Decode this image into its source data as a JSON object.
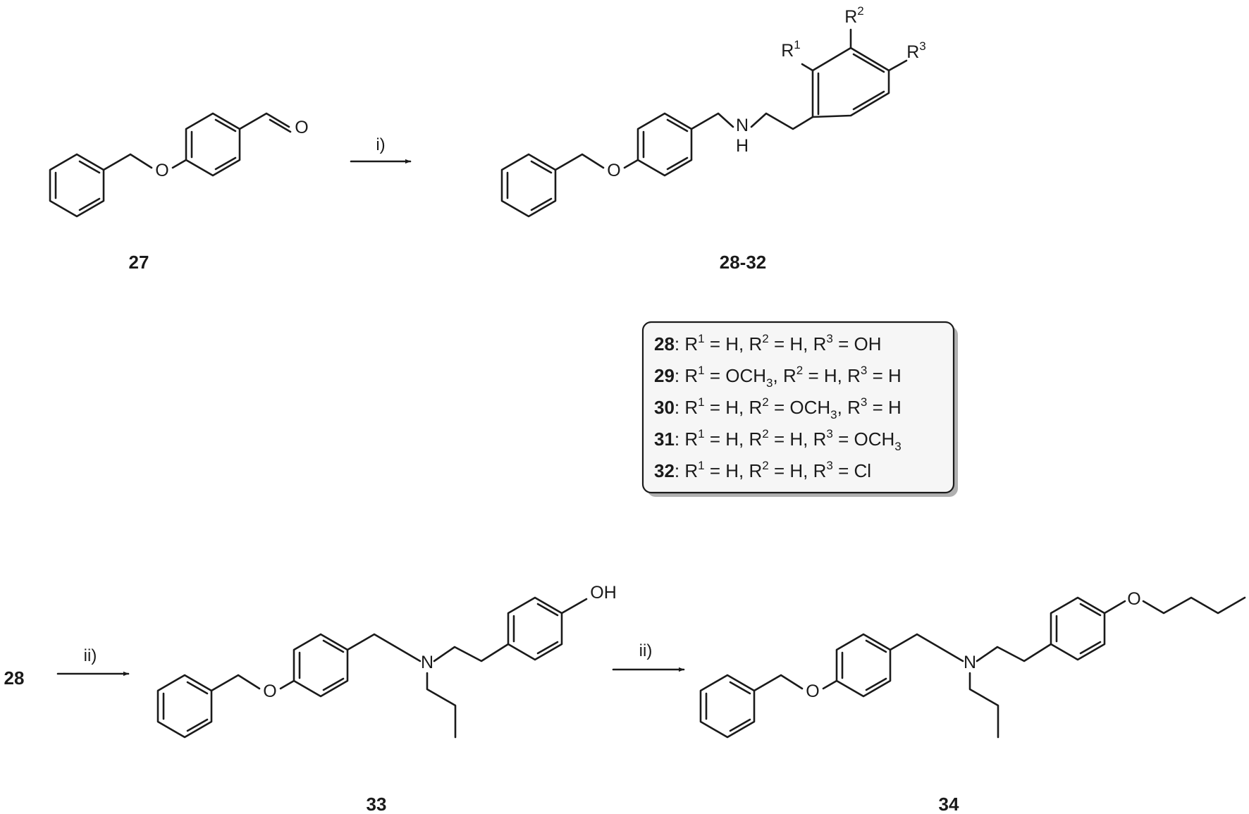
{
  "compounds": {
    "c27": "27",
    "c2832": "28-32",
    "c28": "28",
    "c33": "33",
    "c34": "34"
  },
  "conditions": {
    "step1": "i)",
    "step2": "ii)",
    "step3": "ii)"
  },
  "atoms": {
    "o": "O",
    "n": "N",
    "h": "H",
    "oh": "OH",
    "r": "R",
    "one": "1",
    "two": "2",
    "three": "3"
  },
  "rows": [
    {
      "id": "28",
      "r1": "H",
      "r1_sub": "",
      "r2": "H",
      "r2_sub": "",
      "r3": "OH",
      "r3_sub": ""
    },
    {
      "id": "29",
      "r1": "OCH",
      "r1_sub": "3",
      "r2": "H",
      "r2_sub": "",
      "r3": "H",
      "r3_sub": ""
    },
    {
      "id": "30",
      "r1": "H",
      "r1_sub": "",
      "r2": "OCH",
      "r2_sub": "3",
      "r3": "H",
      "r3_sub": ""
    },
    {
      "id": "31",
      "r1": "H",
      "r1_sub": "",
      "r2": "H",
      "r2_sub": "",
      "r3": "OCH",
      "r3_sub": "3"
    },
    {
      "id": "32",
      "r1": "H",
      "r1_sub": "",
      "r2": "H",
      "r2_sub": "",
      "r3": "Cl",
      "r3_sub": ""
    }
  ],
  "row_text": {
    "colon": ": ",
    "r": "R",
    "s1": "1",
    "s2": "2",
    "s3": "3",
    "eq": " = ",
    "comma": ", "
  }
}
